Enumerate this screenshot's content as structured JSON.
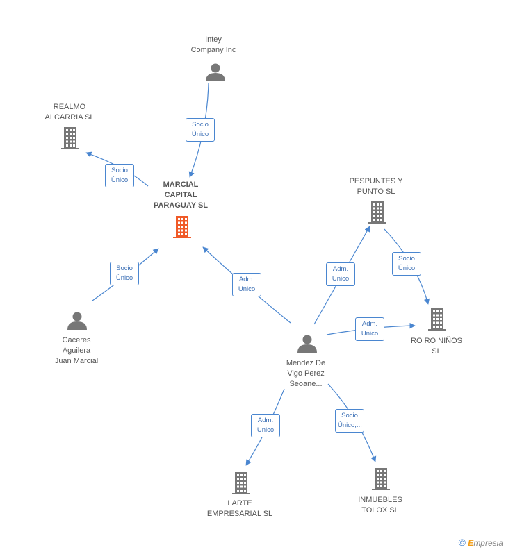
{
  "colors": {
    "company": "#777777",
    "main_company": "#f05a28",
    "person": "#777777",
    "edge": "#4a86d0"
  },
  "nodes": {
    "intey": {
      "name": [
        "Intey",
        "Company Inc"
      ],
      "kind": "person"
    },
    "realmo": {
      "name": [
        "REALMO",
        "ALCARRIA SL"
      ],
      "kind": "company"
    },
    "marcial": {
      "name": [
        "MARCIAL",
        "CAPITAL",
        "PARAGUAY SL"
      ],
      "kind": "main-company"
    },
    "pespuntes": {
      "name": [
        "PESPUNTES Y",
        "PUNTO SL"
      ],
      "kind": "company"
    },
    "caceres": {
      "name": [
        "Caceres",
        "Aguilera",
        "Juan Marcial"
      ],
      "kind": "person"
    },
    "roro": {
      "name": [
        "RO RO NIÑOS",
        "SL"
      ],
      "kind": "company"
    },
    "mendez": {
      "name": [
        "Mendez De",
        "Vigo Perez",
        "Seoane..."
      ],
      "kind": "person"
    },
    "larte": {
      "name": [
        "LARTE",
        "EMPRESARIAL SL"
      ],
      "kind": "company"
    },
    "inmuebles": {
      "name": [
        "INMUEBLES",
        "TOLOX SL"
      ],
      "kind": "company"
    }
  },
  "edges": [
    {
      "from": "intey",
      "to": "marcial",
      "label": [
        "Socio",
        "Único"
      ]
    },
    {
      "from": "marcial",
      "to": "realmo",
      "label": [
        "Socio",
        "Único"
      ]
    },
    {
      "from": "caceres",
      "to": "marcial",
      "label": [
        "Socio",
        "Único"
      ]
    },
    {
      "from": "mendez",
      "to": "marcial",
      "label": [
        "Adm.",
        "Unico"
      ]
    },
    {
      "from": "mendez",
      "to": "pespuntes",
      "label": [
        "Adm.",
        "Unico"
      ]
    },
    {
      "from": "pespuntes",
      "to": "roro",
      "label": [
        "Socio",
        "Único"
      ]
    },
    {
      "from": "mendez",
      "to": "roro",
      "label": [
        "Adm.",
        "Unico"
      ]
    },
    {
      "from": "mendez",
      "to": "larte",
      "label": [
        "Adm.",
        "Unico"
      ]
    },
    {
      "from": "mendez",
      "to": "inmuebles",
      "label": [
        "Socio",
        "Único,..."
      ]
    }
  ],
  "brand": {
    "copyright": "©",
    "initial": "E",
    "rest": "mpresia"
  }
}
